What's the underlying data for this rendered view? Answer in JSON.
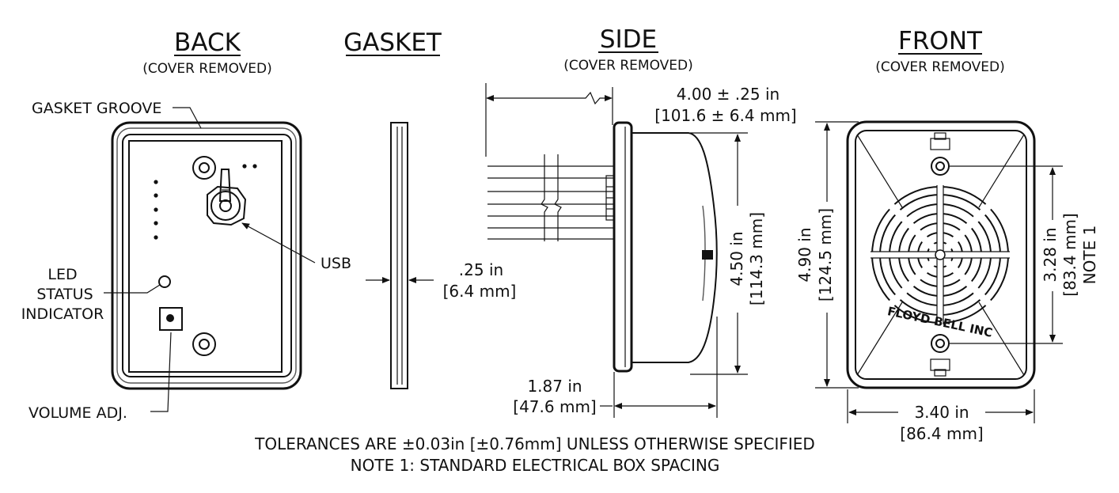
{
  "views": {
    "back": {
      "title": "BACK",
      "subtitle": "(COVER REMOVED)"
    },
    "gasket": {
      "title": "GASKET"
    },
    "side": {
      "title": "SIDE",
      "subtitle": "(COVER REMOVED)"
    },
    "front": {
      "title": "FRONT",
      "subtitle": "(COVER REMOVED)"
    }
  },
  "callouts": {
    "gasket_groove": "GASKET GROOVE",
    "usb": "USB",
    "led_line1": "LED",
    "led_line2": "STATUS",
    "led_line3": "INDICATOR",
    "volume": "VOLUME ADJ."
  },
  "dimensions": {
    "gasket_thk_in": ".25 in",
    "gasket_thk_mm": "[6.4 mm]",
    "lead_len_in": "4.00 ± .25 in",
    "lead_len_mm": "[101.6 ± 6.4 mm]",
    "side_h_in": "4.50 in",
    "side_h_mm": "[114.3 mm]",
    "depth_in": "1.87 in",
    "depth_mm": "[47.6 mm]",
    "front_h_in": "4.90 in",
    "front_h_mm": "[124.5 mm]",
    "hole_sp_in": "3.28 in",
    "hole_sp_mm": "[83.4 mm]",
    "note_ref": "NOTE 1",
    "front_w_in": "3.40 in",
    "front_w_mm": "[86.4 mm]"
  },
  "brand": "FLOYD BELL INC",
  "notes": {
    "tolerance": "TOLERANCES ARE ±0.03in [±0.76mm] UNLESS OTHERWISE SPECIFIED",
    "note1": "NOTE 1: STANDARD ELECTRICAL BOX SPACING"
  }
}
